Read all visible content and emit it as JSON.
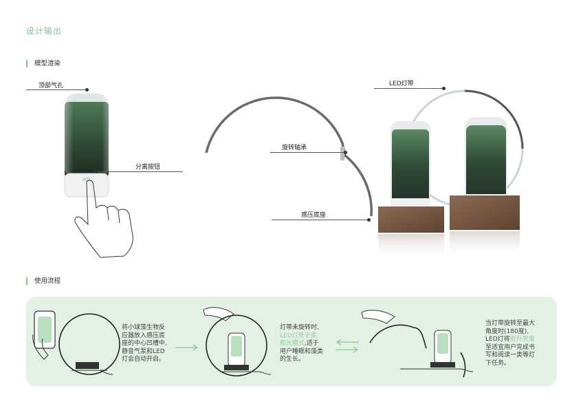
{
  "page_title": "设计输出",
  "section_render": "模型渲染",
  "section_flow": "使用流程",
  "callouts": {
    "top_vent": "顶部气孔",
    "release_button": "分离按钮",
    "rotation_bearing": "旋转轴承",
    "pressure_base": "感压底座",
    "led_strip": "LED灯带"
  },
  "steps": {
    "step1_lines": [
      "将小球藻生物反",
      "应器放入感压底",
      "座的中心凹槽中,",
      "静音气泵和LED",
      "灯会自动开启。"
    ],
    "step2_line1": "灯带未旋转时,",
    "step2_hl1": "LED灯处于柔",
    "step2_hl2": "和光模式",
    "step2_rest": ",适于",
    "step2_line4": "用户睡眠和藻类",
    "step2_line5": "的生长。",
    "step3_line1": "当灯带旋转至最大",
    "step3_line2": "角度时(180度),",
    "step3_line3a": "LED灯将",
    "step3_hl": "提升亮度",
    "step3_line4": "至适宜用户完成书",
    "step3_line5": "写和阅读一类等灯",
    "step3_line6": "下任务。"
  },
  "colors": {
    "accent": "#7fc28e",
    "panel": "#e3f1e5",
    "algae_dark": "#2f4a36",
    "wood": "#7a5a44"
  }
}
